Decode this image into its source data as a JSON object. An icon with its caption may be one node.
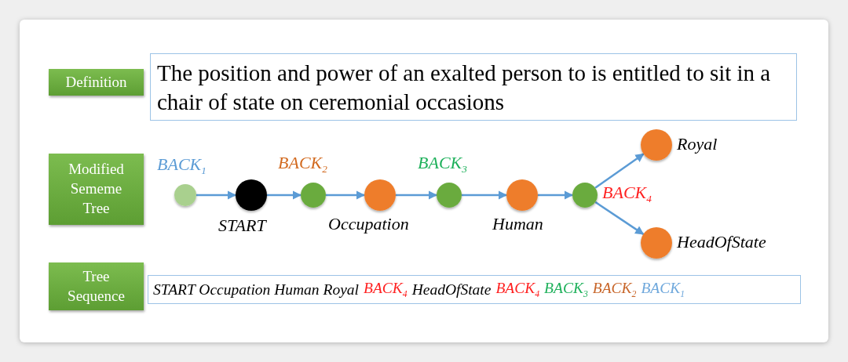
{
  "diagram": {
    "nodes": [
      {
        "text": [
          "Definition"
        ]
      },
      {
        "text": [
          "The position and power of an exalted person to is entitled to sit in a chair of state on ceremonial occasions"
        ]
      },
      {
        "text": [
          "Modified Sememe Tree"
        ]
      },
      {
        "text": [],
        "shape": "circle",
        "beside": [
          "BACK$_{1}$"
        ]
      },
      {
        "text": [],
        "shape": "circle",
        "beside": [
          "START"
        ]
      },
      {
        "text": [],
        "shape": "circle",
        "beside": [
          "BACK$_{2}$"
        ]
      },
      {
        "text": [],
        "shape": "circle",
        "beside": [
          "Occupation"
        ]
      },
      {
        "text": [],
        "shape": "circle",
        "beside": [
          "BACK$_{3}$"
        ]
      },
      {
        "text": [],
        "shape": "circle",
        "beside": [
          "Human"
        ]
      },
      {
        "text": [],
        "shape": "circle",
        "beside": [
          "BACK$_{4}$"
        ]
      },
      {
        "text": [],
        "shape": "circle",
        "beside": [
          "Royal"
        ]
      },
      {
        "text": [],
        "shape": "circle",
        "beside": [
          "HeadOfState"
        ]
      },
      {
        "text": [
          "Tree Sequence"
        ]
      },
      {
        "text": [
          "START Occupation Human  Royal",
          "BACK$_{4}$",
          "HeadOfState",
          "BACK$_{4}$",
          "BACK$_{3}$",
          "BACK$_{2}$",
          "BACK$_{1}$"
        ]
      }
    ],
    "edges": [
      {
        "from": 3,
        "to": 4,
        "arrow": "to"
      },
      {
        "from": 4,
        "to": 5,
        "arrow": "to"
      },
      {
        "from": 5,
        "to": 6,
        "arrow": "to"
      },
      {
        "from": 6,
        "to": 7,
        "arrow": "to"
      },
      {
        "from": 7,
        "to": 8,
        "arrow": "to"
      },
      {
        "from": 8,
        "to": 9,
        "arrow": "to"
      },
      {
        "from": 9,
        "to": 10,
        "arrow": "to"
      },
      {
        "from": 9,
        "to": 11,
        "arrow": "to"
      }
    ]
  }
}
